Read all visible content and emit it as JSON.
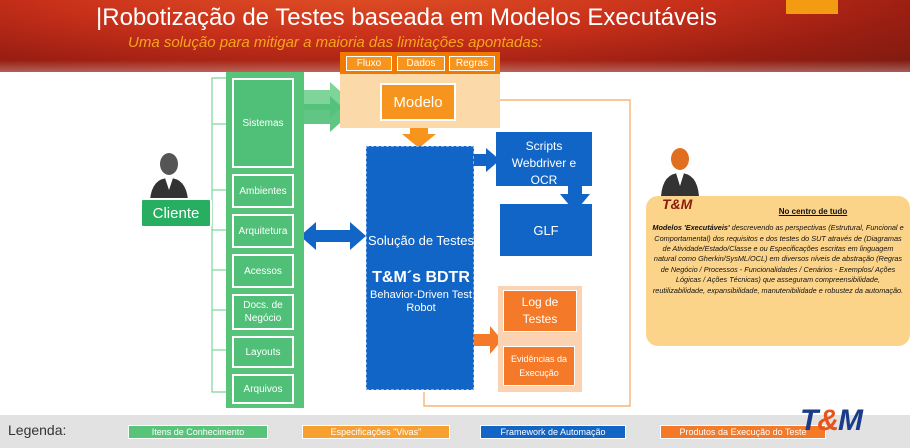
{
  "header": {
    "title": "|Robotização de Testes baseada em Modelos Executáveis",
    "subtitle": "Uma  solução para mitigar a maioria das limitações apontadas:"
  },
  "knowledge_items": [
    "Sistemas",
    "Ambientes",
    "Arquitetura",
    "Acessos",
    "Docs. de Negócio",
    "Layouts",
    "Arquivos"
  ],
  "specs": [
    "Fluxo",
    "Dados",
    "Regras"
  ],
  "modelo": "Modelo",
  "solution": {
    "line1": "Solução de Testes",
    "brand": "T&M´s BDTR",
    "line3": "Behavior-Driven Test Robot"
  },
  "scripts": "Scripts Webdriver e OCR",
  "glf": "GLF",
  "log": "Log de Testes",
  "evidencias": "Evidências da Execução",
  "cliente": "Cliente",
  "info": {
    "title": "No centro de tudo",
    "lead": "Modelos 'Executáveis'",
    "text": " descrevendo as perspectivas (Estrutural, Funcional e Comportamental) dos requisitos e dos testes do SUT através de (Diagramas de Atividade/Estado/Classe e ou Especificações escritas em  linguagem natural como Gherkin/SysML/OCL) em diversos níveis de abstração (Regras de Negócio / Processos - Funcionalidades / Cenários - Exemplos/ Ações Lógicas / Ações Técnicas) que asseguram compreensibilidade, reutilizabilidade, expansibilidade, manutenibilidade  e robustez da automação."
  },
  "badge": "T&M",
  "legend": {
    "label": "Legenda:",
    "items": [
      "Itens de Conhecimento",
      "Especificações \"Vivas\"",
      "Framework de Automação",
      "Produtos da Execução do Teste"
    ]
  },
  "logo": {
    "left": "T",
    "amp": "&",
    "right": "M"
  },
  "colors": {
    "green": "#50c078",
    "orange": "#f7941d",
    "blue": "#1165c6",
    "header": "#c8301a"
  }
}
